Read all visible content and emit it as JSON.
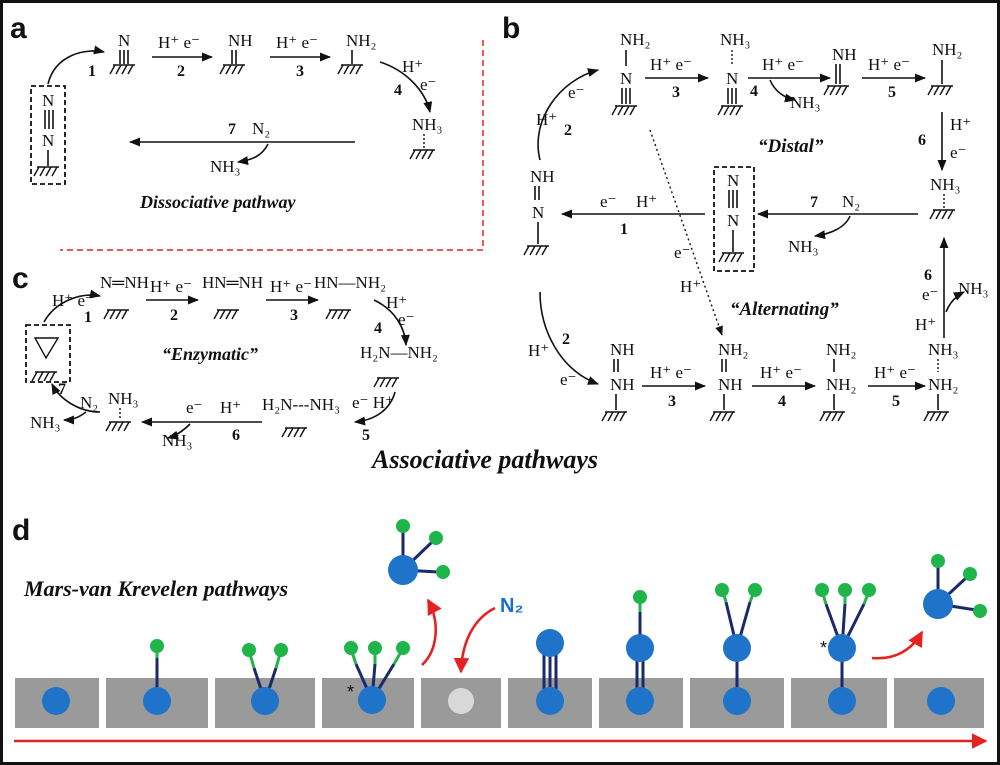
{
  "panels": {
    "a": "a",
    "b": "b",
    "c": "c",
    "d": "d"
  },
  "panel_a": {
    "title": "Dissociative pathway",
    "steps": [
      "1",
      "2",
      "3",
      "4",
      "7"
    ],
    "reagents": {
      "s2": "H⁺ e⁻",
      "s3": "H⁺ e⁻",
      "s4_h": "H⁺",
      "s4_e": "e⁻",
      "s7_n2": "N₂",
      "s7_nh3": "NH₃"
    },
    "species": {
      "n": "N",
      "nh": "NH",
      "nh2": "NH₂",
      "nh3": "NH₃",
      "n2_top": "N",
      "n2_bottom": "N"
    }
  },
  "panel_b": {
    "title_distal": "“Distal”",
    "title_alternating": "“Alternating”",
    "footer": "Associative pathways",
    "steps_distal": [
      "2",
      "3",
      "4",
      "5",
      "6",
      "7",
      "1"
    ],
    "steps_alternating": [
      "2",
      "3",
      "4",
      "5",
      "6"
    ],
    "labels": {
      "h": "H⁺",
      "e": "e⁻",
      "he": "H⁺ e⁻",
      "n2": "N₂",
      "nh3": "NH₃",
      "nh": "NH",
      "nh2": "NH₂",
      "n": "N",
      "nnh": "N=NH"
    }
  },
  "panel_c": {
    "title": "“Enzymatic”",
    "steps": [
      "1",
      "2",
      "3",
      "4",
      "5",
      "6",
      "7"
    ],
    "labels": {
      "he": "H⁺ e⁻",
      "h": "H⁺",
      "e": "e⁻",
      "ehplus": "e⁻ H⁺",
      "n2": "N₂",
      "nh3": "NH₃",
      "nh3_cut": "NH₃"
    },
    "species": [
      "N═NH",
      "HN═NH",
      "HN—NH₂",
      "H₂N—NH₂",
      "H₂N‑‑‑NH₃",
      "NH₃"
    ]
  },
  "panel_d": {
    "title": "Mars-van Krevelen pathways",
    "n2_label": "N₂",
    "star": "*",
    "colors": {
      "metal": "#1f73c8",
      "hydrogen": "#1fb54a",
      "bond": "#1b2a6b",
      "slab": "#9a9a9a",
      "vacancy": "#d8d8d8",
      "arrow": "#e52222"
    }
  }
}
